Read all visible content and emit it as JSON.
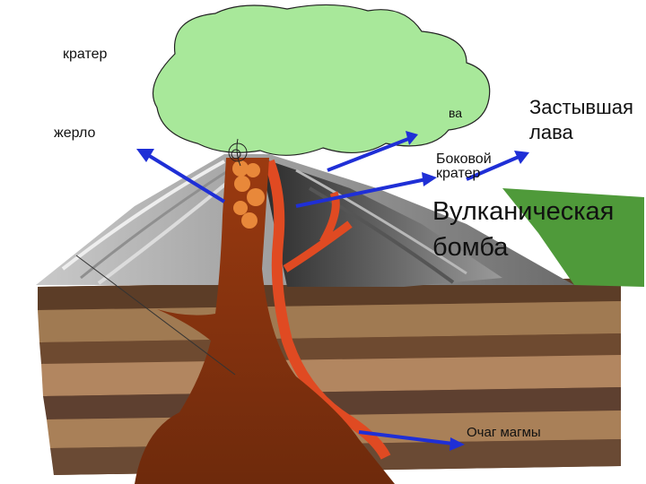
{
  "labels": {
    "crater": "кратер",
    "vent": "жерло",
    "lava_fragment": "ва",
    "hardened_lava_line1": "Застывшая",
    "hardened_lava_line2": "лава",
    "side_crater_line1": "Боковой",
    "side_crater_line2": "кратер",
    "volcanic_bomb_line1": "Вулканическая",
    "volcanic_bomb_line2": "бомба",
    "magma_chamber": "Очаг магмы"
  },
  "colors": {
    "ash_cloud": "#a8e89a",
    "magma": "#8b3a12",
    "lava": "#e04a22",
    "arrow": "#1f2fd6",
    "grass": "#4f9a3a",
    "volcano_slope": "#6a6a6a",
    "soil_layers": "#8a5a3a"
  }
}
